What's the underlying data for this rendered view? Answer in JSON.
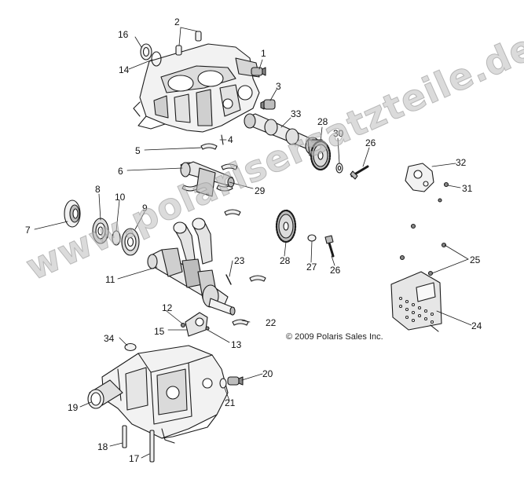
{
  "diagram": {
    "copyright": "© 2009 Polaris Sales Inc.",
    "watermark": "www.polarisersatzteile.de",
    "callouts": [
      "1",
      "2",
      "3",
      "4",
      "5",
      "6",
      "7",
      "8",
      "9",
      "10",
      "11",
      "12",
      "13",
      "14",
      "15",
      "16",
      "17",
      "18",
      "19",
      "20",
      "21",
      "22",
      "23",
      "24",
      "25",
      "26",
      "27",
      "28",
      "29",
      "30",
      "31",
      "32",
      "33",
      "34"
    ],
    "colors": {
      "line": "#1a1a1a",
      "part_fill": "#f2f2f2",
      "shade": "#bdbdbd",
      "watermark": "#bebebe"
    }
  }
}
